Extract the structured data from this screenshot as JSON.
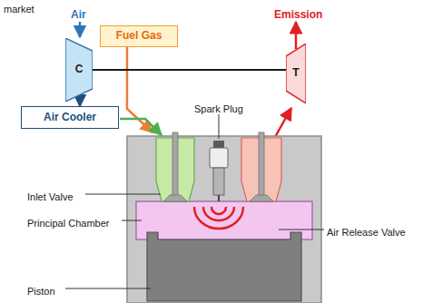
{
  "diagram": {
    "nodes": [
      {
        "text": [
          "Fuel Gas"
        ]
      },
      {
        "text": [
          "C"
        ]
      },
      {
        "text": [
          "T"
        ]
      },
      {
        "text": [
          "Air Cooler"
        ]
      }
    ],
    "edges": [
      {
        "from": 1,
        "to": 3,
        "arrow": "to"
      },
      {
        "from": 1,
        "to": 2,
        "arrow": "none"
      }
    ],
    "labels": [
      "market",
      "Air",
      "Emission",
      "Spark Plug",
      "Inlet Valve",
      "Principal Chamber",
      "Piston",
      "Air Release Valve"
    ]
  }
}
